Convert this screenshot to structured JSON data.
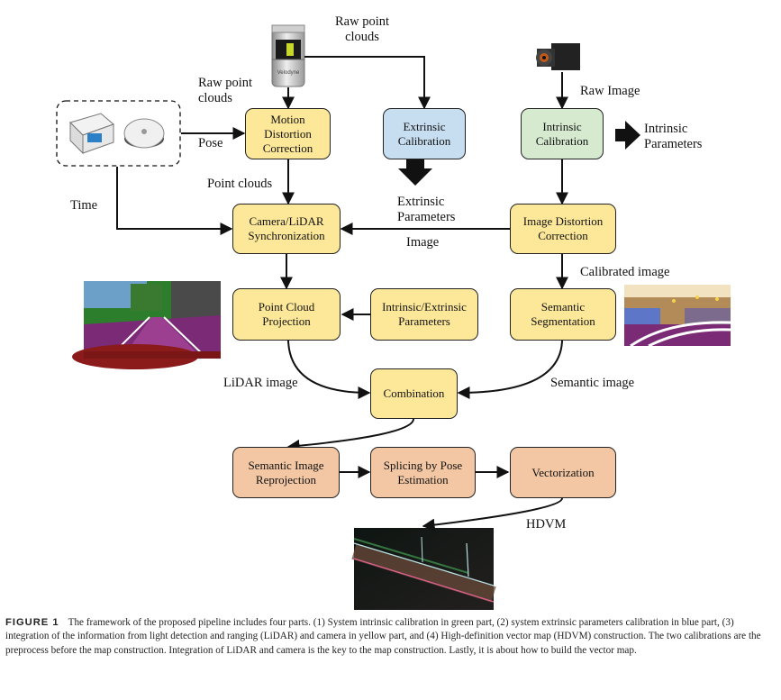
{
  "nodes": {
    "motion_distortion": "Motion\nDistortion\nCorrection",
    "extrinsic_calibration": "Extrinsic\nCalibration",
    "intrinsic_calibration": "Intrinsic\nCalibration",
    "camera_lidar_sync": "Camera/LiDAR\nSynchronization",
    "image_distortion": "Image Distortion\nCorrection",
    "point_cloud_projection": "Point Cloud\nProjection",
    "intrinsic_extrinsic_params": "Intrinsic/Extrinsic\nParameters",
    "semantic_segmentation": "Semantic\nSegmentation",
    "combination": "Combination",
    "semantic_reprojection": "Semantic Image\nReprojection",
    "splicing": "Splicing by Pose\nEstimation",
    "vectorization": "Vectorization"
  },
  "labels": {
    "raw_point_clouds_top": "Raw point\nclouds",
    "raw_point_clouds_left": "Raw point\nclouds",
    "raw_image": "Raw Image",
    "pose": "Pose",
    "intrinsic_parameters": "Intrinsic\nParameters",
    "point_clouds": "Point clouds",
    "time": "Time",
    "extrinsic_parameters": "Extrinsic\nParameters",
    "image": "Image",
    "calibrated_image": "Calibrated image",
    "lidar_image": "LiDAR image",
    "semantic_image": "Semantic image",
    "hdvm": "HDVM"
  },
  "sensor_text": {
    "lidar_brand": "Velodyne"
  },
  "colors": {
    "yellow": "#fde89a",
    "blue": "#c7def1",
    "green": "#d6ead0",
    "orange": "#f3c7a4"
  },
  "caption": {
    "figure_label": "FIGURE 1",
    "text": "The framework of the proposed pipeline includes four parts. (1) System intrinsic calibration in green part, (2) system extrinsic parameters calibration in blue part, (3) integration of the information from light detection and ranging (LiDAR) and camera in yellow part, and (4) High-definition vector map (HDVM) construction. The two calibrations are the preprocess before the map construction. Integration of LiDAR and camera is the key to the map construction. Lastly, it is about how to build the vector map."
  }
}
